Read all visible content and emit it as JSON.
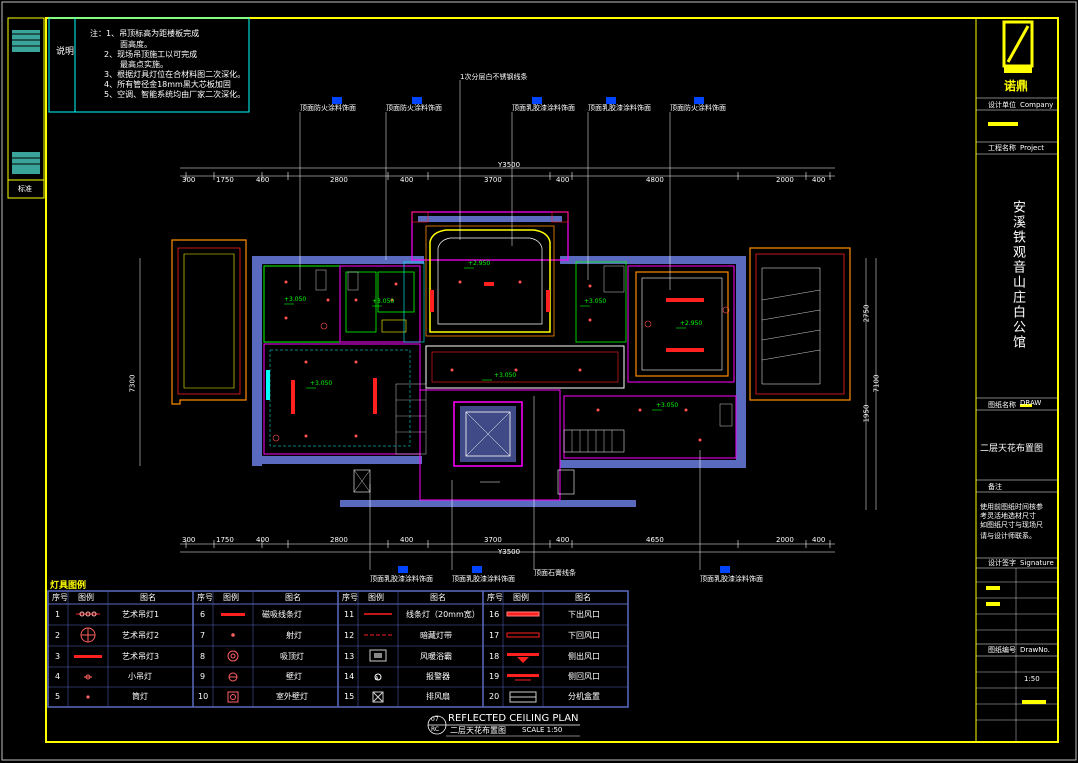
{
  "notes": {
    "label": "说明",
    "lines": [
      "注：1、吊顶标高为距楼板完成",
      "面高度。",
      "2、现场吊顶施工以可完成",
      "最高点实施。",
      "3、根据灯具灯位在合材料图二次深化。",
      "4、所有管径金18mm黑大芯板加固",
      "5、空调、智能系统均由厂家二次深化。"
    ]
  },
  "left_strip_label": "标准",
  "callouts": {
    "top": [
      "顶面防火涂料饰面",
      "顶面防火涂料饰面",
      "1次分层白不锈钢线条",
      "顶面乳胶漆涂料饰面",
      "顶面乳胶漆涂料饰面",
      "顶面防火涂料饰面"
    ],
    "bottom": [
      "顶面乳胶漆涂料饰面",
      "顶面乳胶漆涂料饰面",
      "顶面石膏线条",
      "顶面乳胶漆涂料饰面"
    ]
  },
  "dimensions": {
    "top_total": "Y3500",
    "bottom_total": "Y3500",
    "top": [
      "300",
      "1750",
      "400",
      "2800",
      "400",
      "3700",
      "400",
      "4800",
      "2000",
      "400"
    ],
    "bottom": [
      "300",
      "1750",
      "400",
      "2800",
      "400",
      "3700",
      "400",
      "4650",
      "2000",
      "400"
    ],
    "left": [
      "7300"
    ],
    "right": [
      "2750",
      "1950",
      "7100"
    ]
  },
  "levels": [
    "+3.050",
    "+3.050",
    "+2.950",
    "+3.050",
    "+3.050",
    "+3.050",
    "+2.950",
    "+3.050"
  ],
  "legend": {
    "title": "灯具图例",
    "headers": [
      "序号",
      "图例",
      "图名"
    ],
    "columns": [
      [
        {
          "no": "1",
          "name": "艺术吊灯1"
        },
        {
          "no": "2",
          "name": "艺术吊灯2"
        },
        {
          "no": "3",
          "name": "艺术吊灯3"
        },
        {
          "no": "4",
          "name": "小吊灯"
        },
        {
          "no": "5",
          "name": "筒灯"
        }
      ],
      [
        {
          "no": "6",
          "name": "磁吸线条灯"
        },
        {
          "no": "7",
          "name": "射灯"
        },
        {
          "no": "8",
          "name": "吸顶灯"
        },
        {
          "no": "9",
          "name": "壁灯"
        },
        {
          "no": "10",
          "name": "室外壁灯"
        }
      ],
      [
        {
          "no": "11",
          "name": "线条灯（20mm宽）"
        },
        {
          "no": "12",
          "name": "暗藏灯带"
        },
        {
          "no": "13",
          "name": "风暖浴霸"
        },
        {
          "no": "14",
          "name": "报警器"
        },
        {
          "no": "15",
          "name": "排风扇"
        }
      ],
      [
        {
          "no": "16",
          "name": "下出风口"
        },
        {
          "no": "17",
          "name": "下回风口"
        },
        {
          "no": "18",
          "name": "侧出风口"
        },
        {
          "no": "19",
          "name": "侧回风口"
        },
        {
          "no": "20",
          "name": "分机盒置"
        }
      ]
    ]
  },
  "plan_title": {
    "number_top": "07",
    "number_bottom": "RC",
    "en": "REFLECTED CEILING PLAN",
    "cn": "二层天花布置图",
    "scale": "SCALE 1:50"
  },
  "title_block": {
    "logo_text": "诺鼎",
    "company_label": "设计单位",
    "company_en": "Company",
    "project_label": "工程名称",
    "project_en": "Project",
    "project_name": "安溪铁观音山庄白公馆",
    "drawing_label": "图纸名称",
    "drawing_code": "DRAW",
    "drawing_name": "二层天花布置图",
    "remarks_label": "备注",
    "remarks": [
      "使用前图纸时间核参",
      "考灵活地选材尺寸",
      "如图纸尺寸与现场尺",
      "请与设计师联系。"
    ],
    "signature_label": "设计签字",
    "signature_en": "Signature",
    "sheet_label": "图纸编号",
    "sheet_en": "DrawNo.",
    "scale_value": "1:50"
  },
  "colors": {
    "frame": "#ffff00",
    "wall": "#5a6abf",
    "magenta": "#ff00ff",
    "red": "#ff2020",
    "green": "#00ff00",
    "cyan": "#00ffff",
    "orange": "#ff8c00",
    "blue": "#0044ff"
  }
}
